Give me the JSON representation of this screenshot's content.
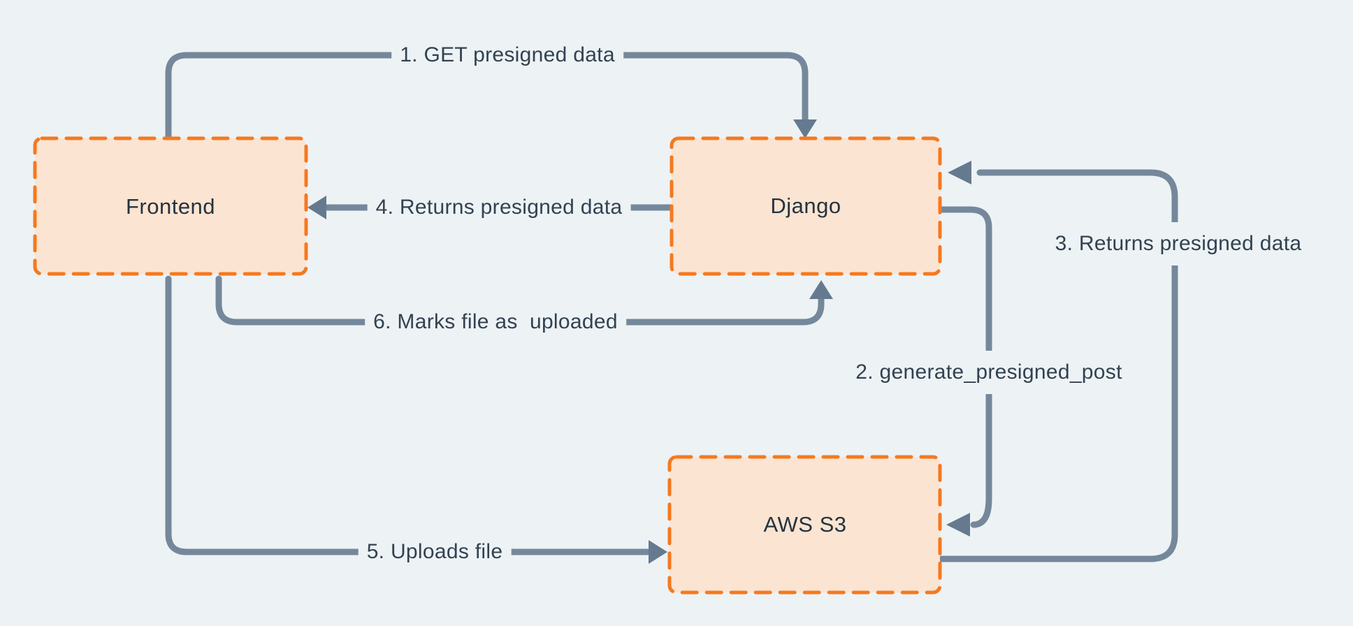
{
  "colors": {
    "background": "#edf2f5",
    "node_fill": "#fce4d2",
    "node_border": "#f5791f",
    "arrow_line": "#75889b",
    "arrow_head": "#657a8e",
    "node_text": "#24333f",
    "edge_text": "#324251"
  },
  "nodes": [
    {
      "id": "frontend",
      "label": "Frontend"
    },
    {
      "id": "django",
      "label": "Django"
    },
    {
      "id": "aws-s3",
      "label": "AWS S3"
    }
  ],
  "edges": [
    {
      "id": "1",
      "label": "1. GET presigned data",
      "from": "Frontend",
      "to": "Django"
    },
    {
      "id": "2",
      "label": "2. generate_presigned_post",
      "from": "Django",
      "to": "AWS S3"
    },
    {
      "id": "3",
      "label": "3. Returns presigned data",
      "from": "AWS S3",
      "to": "Django"
    },
    {
      "id": "4",
      "label": "4. Returns presigned data",
      "from": "Django",
      "to": "Frontend"
    },
    {
      "id": "5",
      "label": "5. Uploads file",
      "from": "Frontend",
      "to": "AWS S3"
    },
    {
      "id": "6",
      "label": "6. Marks file as  uploaded",
      "from": "Frontend",
      "to": "Django"
    }
  ]
}
